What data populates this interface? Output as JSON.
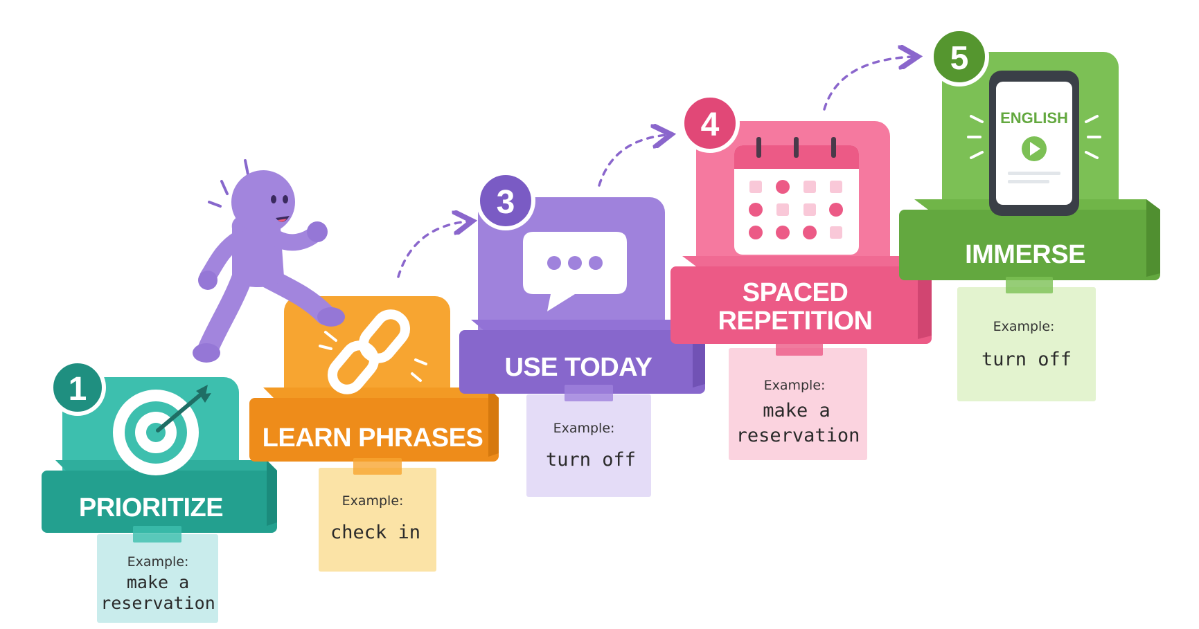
{
  "colors": {
    "teal": "#3dbfae",
    "teal_dark": "#23a08f",
    "orange": "#f7a531",
    "orange_dark": "#ee8c1a",
    "purple": "#9f82dc",
    "purple_dark": "#8767cc",
    "pink": "#f5799f",
    "pink_dark": "#ec5a86",
    "green": "#7cc055",
    "green_dark": "#63a83f",
    "arrow": "#8a66cc"
  },
  "steps": [
    {
      "number": "1",
      "title": "PRIORITIZE",
      "icon": "target-icon",
      "example_label": "Example:",
      "example_lines": [
        "make a",
        "reservation"
      ]
    },
    {
      "number": "",
      "title": "LEARN PHRASES",
      "icon": "chain-link-icon",
      "example_label": "Example:",
      "example_lines": [
        "check in"
      ]
    },
    {
      "number": "3",
      "title": "USE TODAY",
      "icon": "speech-bubble-icon",
      "example_label": "Example:",
      "example_lines": [
        "turn off"
      ]
    },
    {
      "number": "4",
      "title_lines": [
        "SPACED",
        "REPETITION"
      ],
      "icon": "calendar-icon",
      "example_label": "Example:",
      "example_lines": [
        "make a",
        "reservation"
      ]
    },
    {
      "number": "5",
      "title": "IMMERSE",
      "icon": "phone-video-icon",
      "phone_text": "ENGLISH",
      "example_label": "Example:",
      "example_lines": [
        "turn off"
      ]
    }
  ],
  "character": "running-person-icon"
}
